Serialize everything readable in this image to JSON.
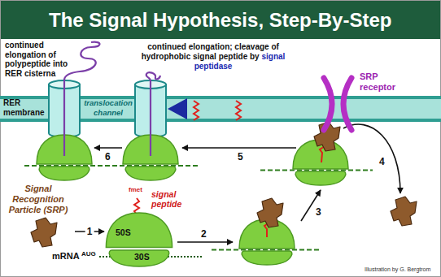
{
  "diagram": {
    "title": "The Signal Hypothesis, Step-By-Step",
    "nodes": [
      {
        "text": [
          "RER membrane"
        ]
      },
      {
        "text": [
          "50S",
          "30S"
        ]
      },
      {
        "text": [
          "Signal Recognition Particle (SRP)"
        ]
      },
      {
        "text": [
          "SRP receptor"
        ]
      }
    ],
    "edges": [
      {
        "from": 2,
        "to": 1,
        "arrow": "to",
        "label": "1"
      }
    ],
    "labels": [
      "continued elongation of polypeptide into RER cisterna",
      "continued elongation; cleavage of hydrophobic signal peptide by",
      "signal peptidase",
      "translocation channel",
      "6",
      "5",
      "4",
      "3",
      "2",
      "fmet",
      "signal peptide",
      "mRNA",
      "AUG",
      "Illustration by G. Bergtrom"
    ]
  }
}
